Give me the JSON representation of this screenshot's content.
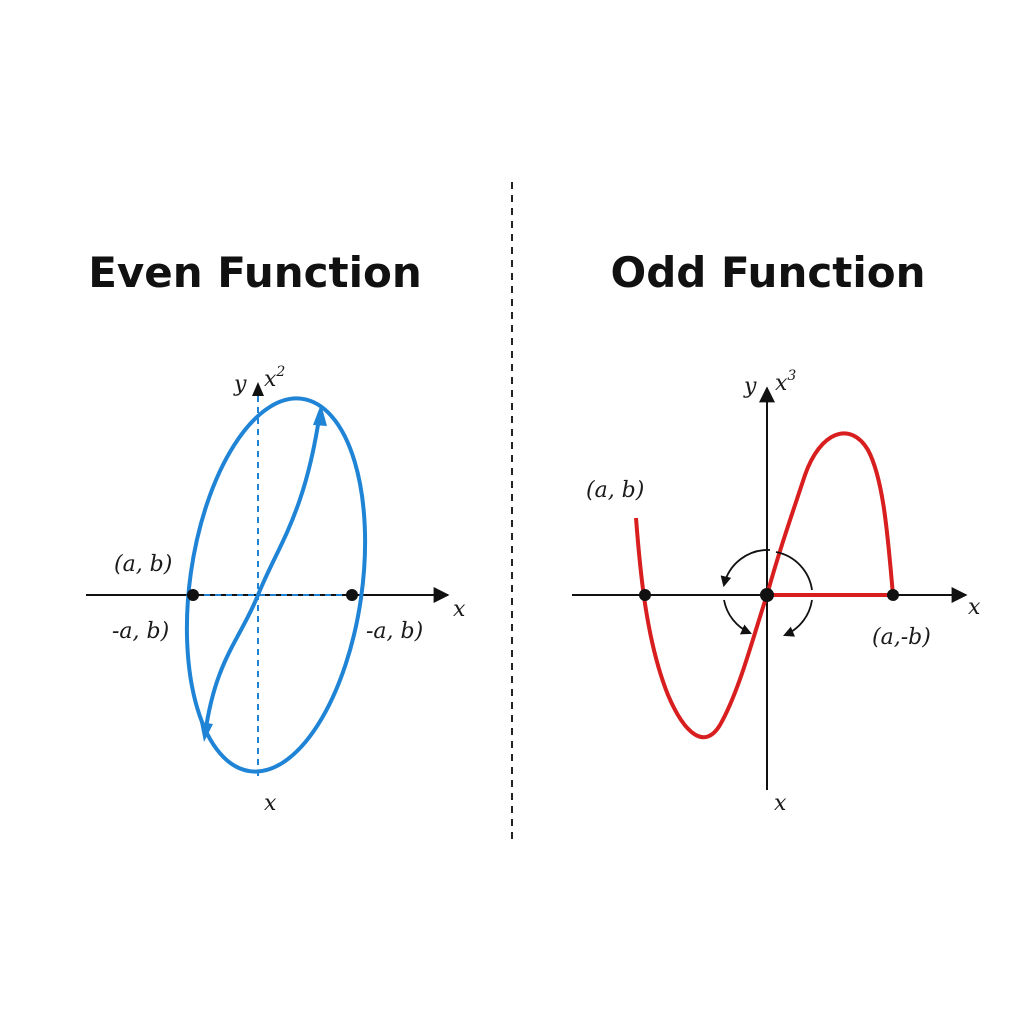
{
  "colors": {
    "even": "#1f84d6",
    "odd": "#d81e1e",
    "ink": "#111111",
    "background": "#ffffff"
  },
  "even_panel": {
    "title": "Even Function",
    "y_axis_label": "y",
    "function_label": "x",
    "function_exponent": "2",
    "x_axis_label": "x",
    "bottom_axis_label": "x",
    "point_left_above": "(a, b)",
    "point_left_below": "-a, b)",
    "point_right_below": "-a, b)"
  },
  "odd_panel": {
    "title": "Odd Function",
    "y_axis_label": "y",
    "function_label": "x",
    "function_exponent": "3",
    "x_axis_label": "x",
    "bottom_axis_label": "x",
    "point_upper_left": "(a, b)",
    "point_lower_right": "(a,-b)"
  }
}
